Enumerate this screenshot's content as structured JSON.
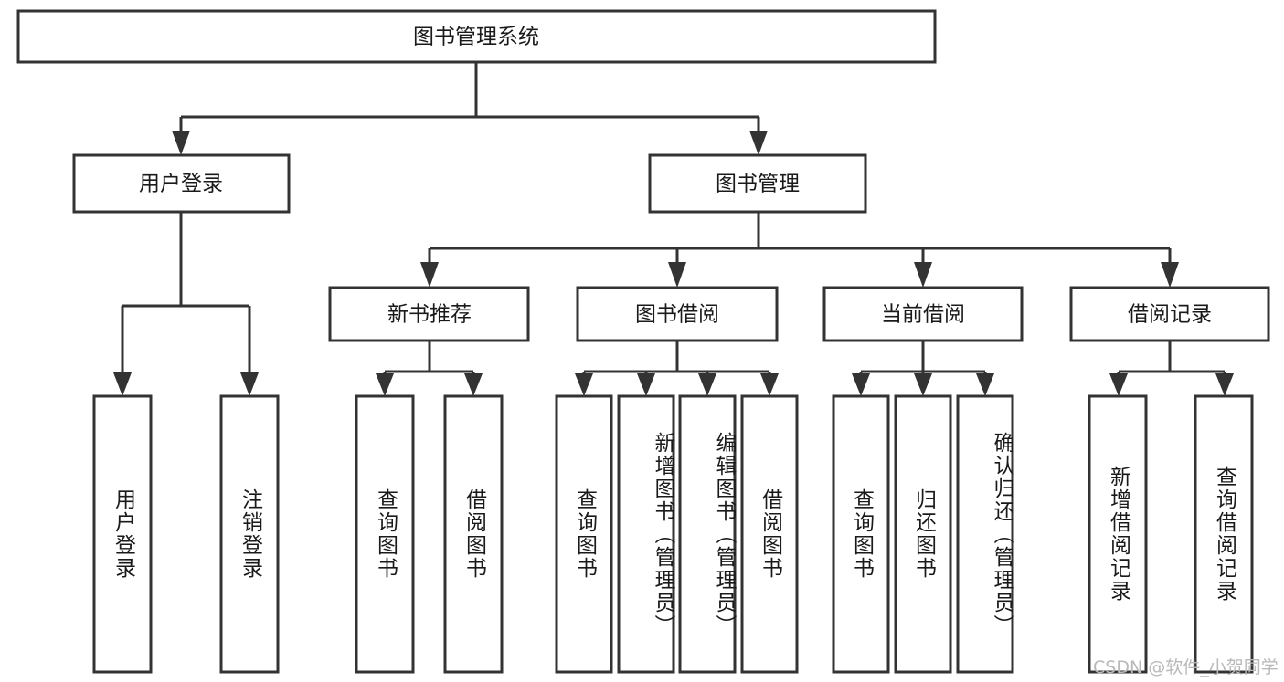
{
  "chart_data": {
    "type": "diagram",
    "diagram_kind": "tree-hierarchy-functional-structure",
    "title": "图书管理系统",
    "orientation": "top-down",
    "colors": {
      "box_stroke": "#333333",
      "box_fill": "#ffffff",
      "text": "#1a1a1a",
      "background": "#ffffff",
      "watermark": "#b9b9b9"
    },
    "levels": 4,
    "nodes": [
      {
        "id": "root",
        "label": "图书管理系统",
        "level": 0,
        "orientation": "horizontal",
        "parent": null
      },
      {
        "id": "n-login",
        "label": "用户登录",
        "level": 1,
        "orientation": "horizontal",
        "parent": "root"
      },
      {
        "id": "n-bookmgmt",
        "label": "图书管理",
        "level": 1,
        "orientation": "horizontal",
        "parent": "root"
      },
      {
        "id": "n-login-user",
        "label": "用户登录",
        "level": 2,
        "orientation": "vertical",
        "parent": "n-login"
      },
      {
        "id": "n-login-logout",
        "label": "注销登录",
        "level": 2,
        "orientation": "vertical",
        "parent": "n-login"
      },
      {
        "id": "n-newbook",
        "label": "新书推荐",
        "level": 2,
        "orientation": "horizontal",
        "parent": "n-bookmgmt"
      },
      {
        "id": "n-borrow",
        "label": "图书借阅",
        "level": 2,
        "orientation": "horizontal",
        "parent": "n-bookmgmt"
      },
      {
        "id": "n-current",
        "label": "当前借阅",
        "level": 2,
        "orientation": "horizontal",
        "parent": "n-bookmgmt"
      },
      {
        "id": "n-record",
        "label": "借阅记录",
        "level": 2,
        "orientation": "horizontal",
        "parent": "n-bookmgmt"
      },
      {
        "id": "n-newbook-query",
        "label": "查询图书",
        "level": 3,
        "orientation": "vertical",
        "parent": "n-newbook"
      },
      {
        "id": "n-newbook-borrow",
        "label": "借阅图书",
        "level": 3,
        "orientation": "vertical",
        "parent": "n-newbook"
      },
      {
        "id": "n-borrow-query",
        "label": "查询图书",
        "level": 3,
        "orientation": "vertical",
        "parent": "n-borrow"
      },
      {
        "id": "n-borrow-add",
        "label": "新增图书（管理员）",
        "level": 3,
        "orientation": "vertical",
        "parent": "n-borrow"
      },
      {
        "id": "n-borrow-edit",
        "label": "编辑图书（管理员）",
        "level": 3,
        "orientation": "vertical",
        "parent": "n-borrow"
      },
      {
        "id": "n-borrow-lend",
        "label": "借阅图书",
        "level": 3,
        "orientation": "vertical",
        "parent": "n-borrow"
      },
      {
        "id": "n-current-query",
        "label": "查询图书",
        "level": 3,
        "orientation": "vertical",
        "parent": "n-current"
      },
      {
        "id": "n-current-return",
        "label": "归还图书",
        "level": 3,
        "orientation": "vertical",
        "parent": "n-current"
      },
      {
        "id": "n-current-confirm",
        "label": "确认归还（管理员）",
        "level": 3,
        "orientation": "vertical",
        "parent": "n-current"
      },
      {
        "id": "n-record-add",
        "label": "新增借阅记录",
        "level": 3,
        "orientation": "vertical",
        "parent": "n-record"
      },
      {
        "id": "n-record-query",
        "label": "查询借阅记录",
        "level": 3,
        "orientation": "vertical",
        "parent": "n-record"
      }
    ]
  },
  "root": {
    "label": "图书管理系统"
  },
  "level1": [
    {
      "label": "用户登录"
    },
    {
      "label": "图书管理"
    }
  ],
  "level2": [
    {
      "label": "用户登录"
    },
    {
      "label": "注销登录"
    },
    {
      "label": "新书推荐"
    },
    {
      "label": "图书借阅"
    },
    {
      "label": "当前借阅"
    },
    {
      "label": "借阅记录"
    }
  ],
  "level3": [
    {
      "label": "查询图书"
    },
    {
      "label": "借阅图书"
    },
    {
      "label": "查询图书"
    },
    {
      "label": "新增图书（管理员）"
    },
    {
      "label": "编辑图书（管理员）"
    },
    {
      "label": "借阅图书"
    },
    {
      "label": "查询图书"
    },
    {
      "label": "归还图书"
    },
    {
      "label": "确认归还（管理员）"
    },
    {
      "label": "新增借阅记录"
    },
    {
      "label": "查询借阅记录"
    }
  ],
  "watermark": {
    "text": "CSDN @软件_小贺同学"
  }
}
